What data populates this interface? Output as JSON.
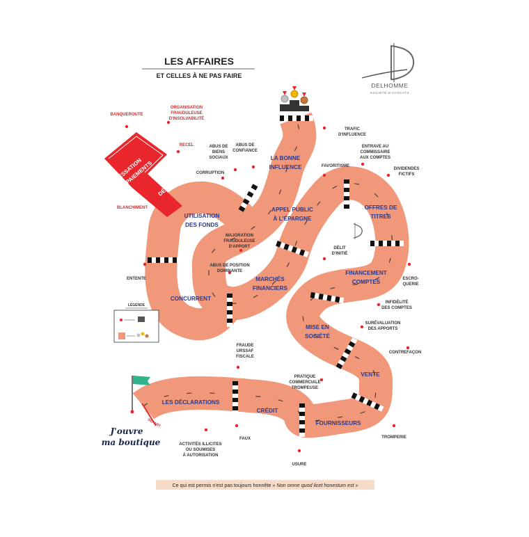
{
  "header": {
    "title": "LES AFFAIRES",
    "subtitle": "ET CELLES À NE PAS FAIRE"
  },
  "logo": {
    "name": "DELHOMME",
    "tagline": "SOCIÉTÉ D'AVOCATS"
  },
  "squares": {
    "bonne_influence": [
      "LA BONNE",
      "INFLUENCE"
    ],
    "utilisation": [
      "UTILISATION",
      "DES FONDS"
    ],
    "appel_public": [
      "APPEL PUBLIC",
      "À L'ÉPARGNE"
    ],
    "offres": [
      "OFFRES DE",
      "TITRES"
    ],
    "concurrent": [
      "CONCURRENT"
    ],
    "marches": [
      "MARCHÉS",
      "FINANCIERS"
    ],
    "financement": [
      "FINANCEMENT",
      "COMPTES"
    ],
    "mise_en_societe": [
      "MISE EN",
      "SOCIÉTÉ"
    ],
    "vente": [
      "VENTE"
    ],
    "declarations": [
      "LES DÉCLARATIONS"
    ],
    "credit": [
      "CRÉDIT"
    ],
    "fournisseurs": [
      "FOURNISSEURS"
    ]
  },
  "penalty": {
    "label": [
      "CESSATION",
      "DES PAIEMENTS"
    ],
    "deficit": "DÉFICIT"
  },
  "annotations": {
    "trafic": [
      "TRAFIC",
      "D'INFLUENCE"
    ],
    "entrave": [
      "ENTRAVE AU",
      "COMMISSAIRE",
      "AUX COMPTES"
    ],
    "favoritisme": [
      "FAVORITISME"
    ],
    "dividendes": [
      "DIVIDENDES",
      "FICTIFS"
    ],
    "abus_biens": [
      "ABUS DE",
      "BIENS",
      "SOCIAUX"
    ],
    "abus_confiance": [
      "ABUS DE",
      "CONFIANCE"
    ],
    "corruption": [
      "CORRUPTION"
    ],
    "majoration": [
      "MAJORATION",
      "FRAUDULEUSE",
      "D'APPORT"
    ],
    "abus_position": [
      "ABUS DE POSITION",
      "DOMINANTE"
    ],
    "delit_initie": [
      "DÉLIT",
      "D'INITIÉ"
    ],
    "entente": [
      "ENTENTE"
    ],
    "escroquerie": [
      "ESCRO-",
      "QUERIE"
    ],
    "infidelite": [
      "INFIDÉLITÉ",
      "DES COMPTES"
    ],
    "surevaluation": [
      "SURÉVALUATION",
      "DES APPORTS"
    ],
    "contrefacon": [
      "CONTREFAÇON"
    ],
    "fraude_urssaf": [
      "FRAUDE",
      "URSSAF",
      "FISCALE"
    ],
    "pratique": [
      "PRATIQUE",
      "COMMERCIALE",
      "TROMPEUSE"
    ],
    "tromperie": [
      "TROMPERIE"
    ],
    "faux": [
      "FAUX"
    ],
    "usure": [
      "USURE"
    ],
    "activites": [
      "ACTIVITÉS ILLICITES",
      "OU SOUMISES",
      "À AUTORISATION"
    ]
  },
  "red_annotations": {
    "banqueroute": [
      "BANQUEROUTE"
    ],
    "organisation": [
      "ORGANISATION",
      "FRAUDULEUSE",
      "D'INSOLVABILITÉ"
    ],
    "recel": [
      "RECEL"
    ],
    "blanchiment": [
      "BLANCHIMENT"
    ]
  },
  "legend": {
    "title": "LÉGENDE"
  },
  "start": {
    "depart": "DÉPART",
    "handwriting": [
      "J'ouvre",
      "ma boutique"
    ]
  },
  "footer": {
    "text": "Ce qui est permis n'est pas toujours honnête « ",
    "latin": "Non omne quod licet honestum est",
    "close": " »"
  },
  "colors": {
    "path": "#f1977a",
    "red": "#e8262c",
    "navy": "#2a3a8c",
    "flag": "#2fb38a",
    "footer_bg": "#f7dcc8"
  }
}
